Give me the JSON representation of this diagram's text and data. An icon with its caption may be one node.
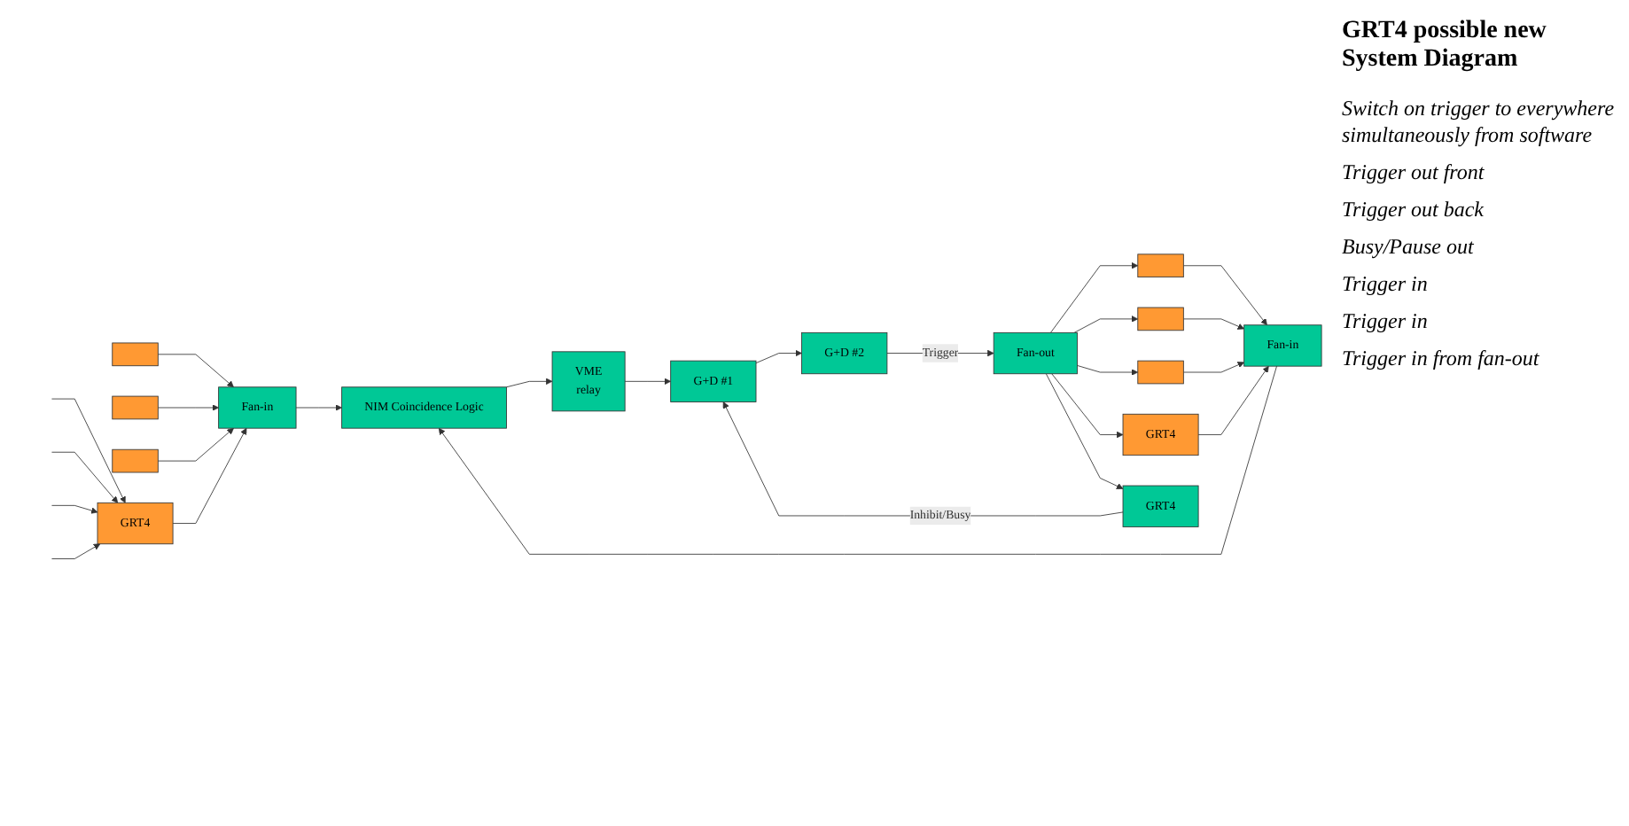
{
  "diagram": {
    "title": "GRT4 possible new System Diagram",
    "nodes": [
      {
        "text": [
          "NIM Coincidence Logic"
        ]
      },
      {
        "text": [
          "VME",
          "relay"
        ]
      },
      {
        "text": [
          "G+D #1"
        ]
      },
      {
        "text": [
          "G+D #2"
        ]
      },
      {
        "text": [
          "Fan-in"
        ]
      },
      {
        "text": [
          "Fan-in"
        ]
      },
      {
        "text": [
          "Fan-out"
        ]
      },
      {
        "text": [],
        "shape": "box"
      },
      {
        "text": [],
        "shape": "box"
      },
      {
        "text": [],
        "shape": "box"
      },
      {
        "text": [
          "GRT4"
        ]
      },
      {
        "text": [],
        "shape": "box"
      },
      {
        "text": [],
        "shape": "box"
      },
      {
        "text": [],
        "shape": "box"
      },
      {
        "text": [
          "GRT4"
        ]
      },
      {
        "text": [
          "GRT4"
        ]
      }
    ],
    "edges": [
      {
        "from": 0,
        "to": 1,
        "arrow": "to"
      },
      {
        "from": 1,
        "to": 2,
        "arrow": "to"
      },
      {
        "from": 2,
        "to": 3,
        "arrow": "to"
      },
      {
        "from": 3,
        "to": 6,
        "arrow": "to",
        "label": "Trigger"
      },
      {
        "from": 15,
        "to": 2,
        "arrow": "to",
        "label": "Inhibit/Busy"
      },
      {
        "from": 4,
        "to": 0,
        "arrow": "to"
      },
      {
        "from": 5,
        "to": 0,
        "arrow": "to"
      },
      {
        "from": 7,
        "to": 4,
        "arrow": "to"
      },
      {
        "from": 8,
        "to": 4,
        "arrow": "to"
      },
      {
        "from": 9,
        "to": 4,
        "arrow": "to"
      },
      {
        "from": 10,
        "to": 4,
        "arrow": "to"
      },
      {
        "from": null,
        "to": 10,
        "arrow": "to"
      },
      {
        "from": null,
        "to": 10,
        "arrow": "to"
      },
      {
        "from": null,
        "to": 10,
        "arrow": "to"
      },
      {
        "from": null,
        "to": 10,
        "arrow": "to"
      },
      {
        "from": 11,
        "to": 5,
        "arrow": "to"
      },
      {
        "from": 12,
        "to": 5,
        "arrow": "to"
      },
      {
        "from": 13,
        "to": 5,
        "arrow": "to"
      },
      {
        "from": 14,
        "to": 5,
        "arrow": "to"
      },
      {
        "from": 6,
        "to": 11,
        "arrow": "to"
      },
      {
        "from": 6,
        "to": 12,
        "arrow": "to"
      },
      {
        "from": 6,
        "to": 13,
        "arrow": "to"
      },
      {
        "from": 6,
        "to": 14,
        "arrow": "to"
      },
      {
        "from": 6,
        "to": 15,
        "arrow": "to"
      }
    ],
    "labels": [
      "Switch on trigger to everywhere simultaneously from software",
      "Trigger out front",
      "Trigger out back",
      "Busy/Pause out",
      "Trigger in",
      "Trigger in",
      "Trigger in from fan-out"
    ]
  }
}
